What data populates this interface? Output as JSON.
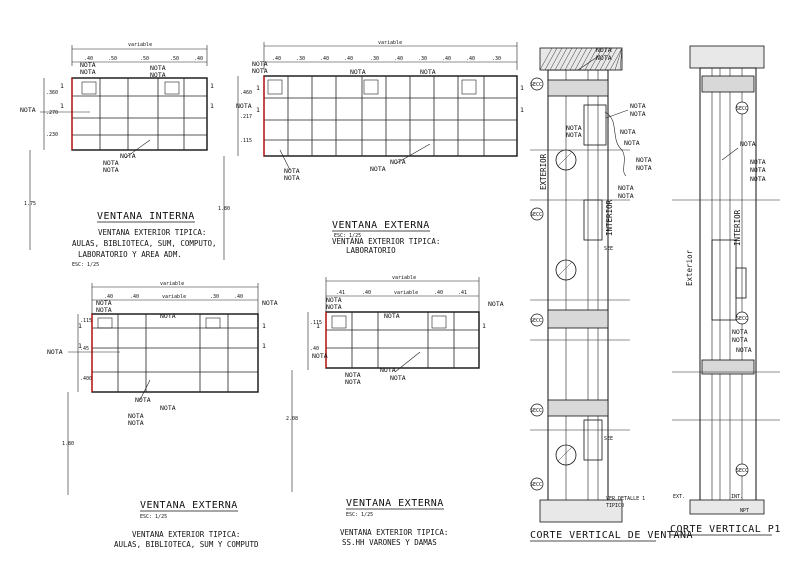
{
  "drawings": {
    "a": {
      "title": "VENTANA  INTERNA",
      "desc": [
        "VENTANA EXTERIOR TIPICA:",
        "AULAS, BIBLIOTECA, SUM, COMPUTO,",
        "LABORATORIO Y AREA ADM."
      ],
      "scale": "ESC: 1/25",
      "top_dim": "variable",
      "seg_dims": [
        ".40",
        ".50",
        ".50",
        ".50",
        ".40"
      ],
      "left_dims": [
        ".360",
        ".270",
        ".230"
      ],
      "overall_h": "1.75"
    },
    "b": {
      "title": "VENTANA  EXTERNA",
      "scale": "ESC: 1/25",
      "desc": [
        "VENTANA EXTERIOR TIPICA:",
        "LABORATORIO"
      ],
      "top_dim": "variable",
      "seg_dims": [
        ".40",
        ".30",
        ".40",
        ".40",
        ".30",
        ".40",
        ".30",
        ".40",
        ".40",
        ".30"
      ],
      "left_dims": [
        ".460",
        ".217",
        ".115"
      ],
      "overall_h": "1.80"
    },
    "c": {
      "title": "VENTANA  EXTERNA",
      "scale": "ESC: 1/25",
      "desc": [
        "VENTANA EXTERIOR TIPICA:",
        "AULAS, BIBLIOTECA, SUM Y COMPUTD"
      ],
      "top_dim": "variable",
      "seg_dims": [
        ".40",
        ".40",
        "variable",
        ".30",
        ".40"
      ],
      "left_dims": [
        ".115",
        ".45",
        ".400"
      ],
      "overall_h": "1.80"
    },
    "d": {
      "title": "VENTANA  EXTERNA",
      "scale": "ESC: 1/25",
      "desc": [
        "VENTANA EXTERIOR TIPICA:",
        "SS.HH VARONES Y DAMAS"
      ],
      "top_dim": "variable",
      "seg_dims": [
        ".41",
        ".40",
        "variable",
        ".40",
        ".41"
      ],
      "left_dims": [
        ".115",
        ".40"
      ],
      "overall_h": "2.08"
    },
    "e": {
      "title": "CORTE  VERTICAL  DE  VENTANA",
      "exterior": "EXTERIOR",
      "interior": "INTERIOR",
      "ver_detalle": "VER DETALLE 1",
      "tipico": "TIPICO",
      "secc": "SECC"
    },
    "f": {
      "title": "CORTE  VERTICAL  P1",
      "exterior": "Exterior",
      "interior": "INTERIOR",
      "ext": "EXT.",
      "int": "INT.",
      "npt": "NPT"
    }
  },
  "labels": {
    "nota": "NOTA",
    "one": "1",
    "tiny": "SEE"
  }
}
